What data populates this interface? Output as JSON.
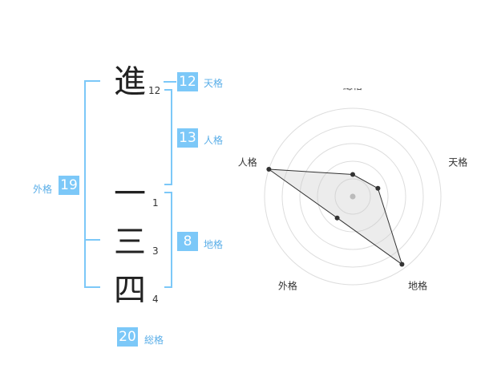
{
  "name_chars": [
    {
      "char": "進",
      "strokes": "12"
    },
    {
      "char": "一",
      "strokes": "1"
    },
    {
      "char": "三",
      "strokes": "3"
    },
    {
      "char": "四",
      "strokes": "4"
    }
  ],
  "fortunes": {
    "tenkaku": {
      "label": "天格",
      "value": "12"
    },
    "jinkaku": {
      "label": "人格",
      "value": "13"
    },
    "chikaku": {
      "label": "地格",
      "value": "8"
    },
    "gaikaku": {
      "label": "外格",
      "value": "19"
    },
    "soukaku": {
      "label": "総格",
      "value": "20"
    }
  },
  "colors": {
    "accent": "#7cc8f8",
    "label_text": "#5aaee8"
  },
  "chart_data": {
    "type": "radar",
    "axes": [
      "総格",
      "天格",
      "地格",
      "外格",
      "人格"
    ],
    "values": [
      0.25,
      0.3,
      0.95,
      0.3,
      1.0
    ],
    "rlim": [
      0,
      1
    ],
    "grid": true
  }
}
